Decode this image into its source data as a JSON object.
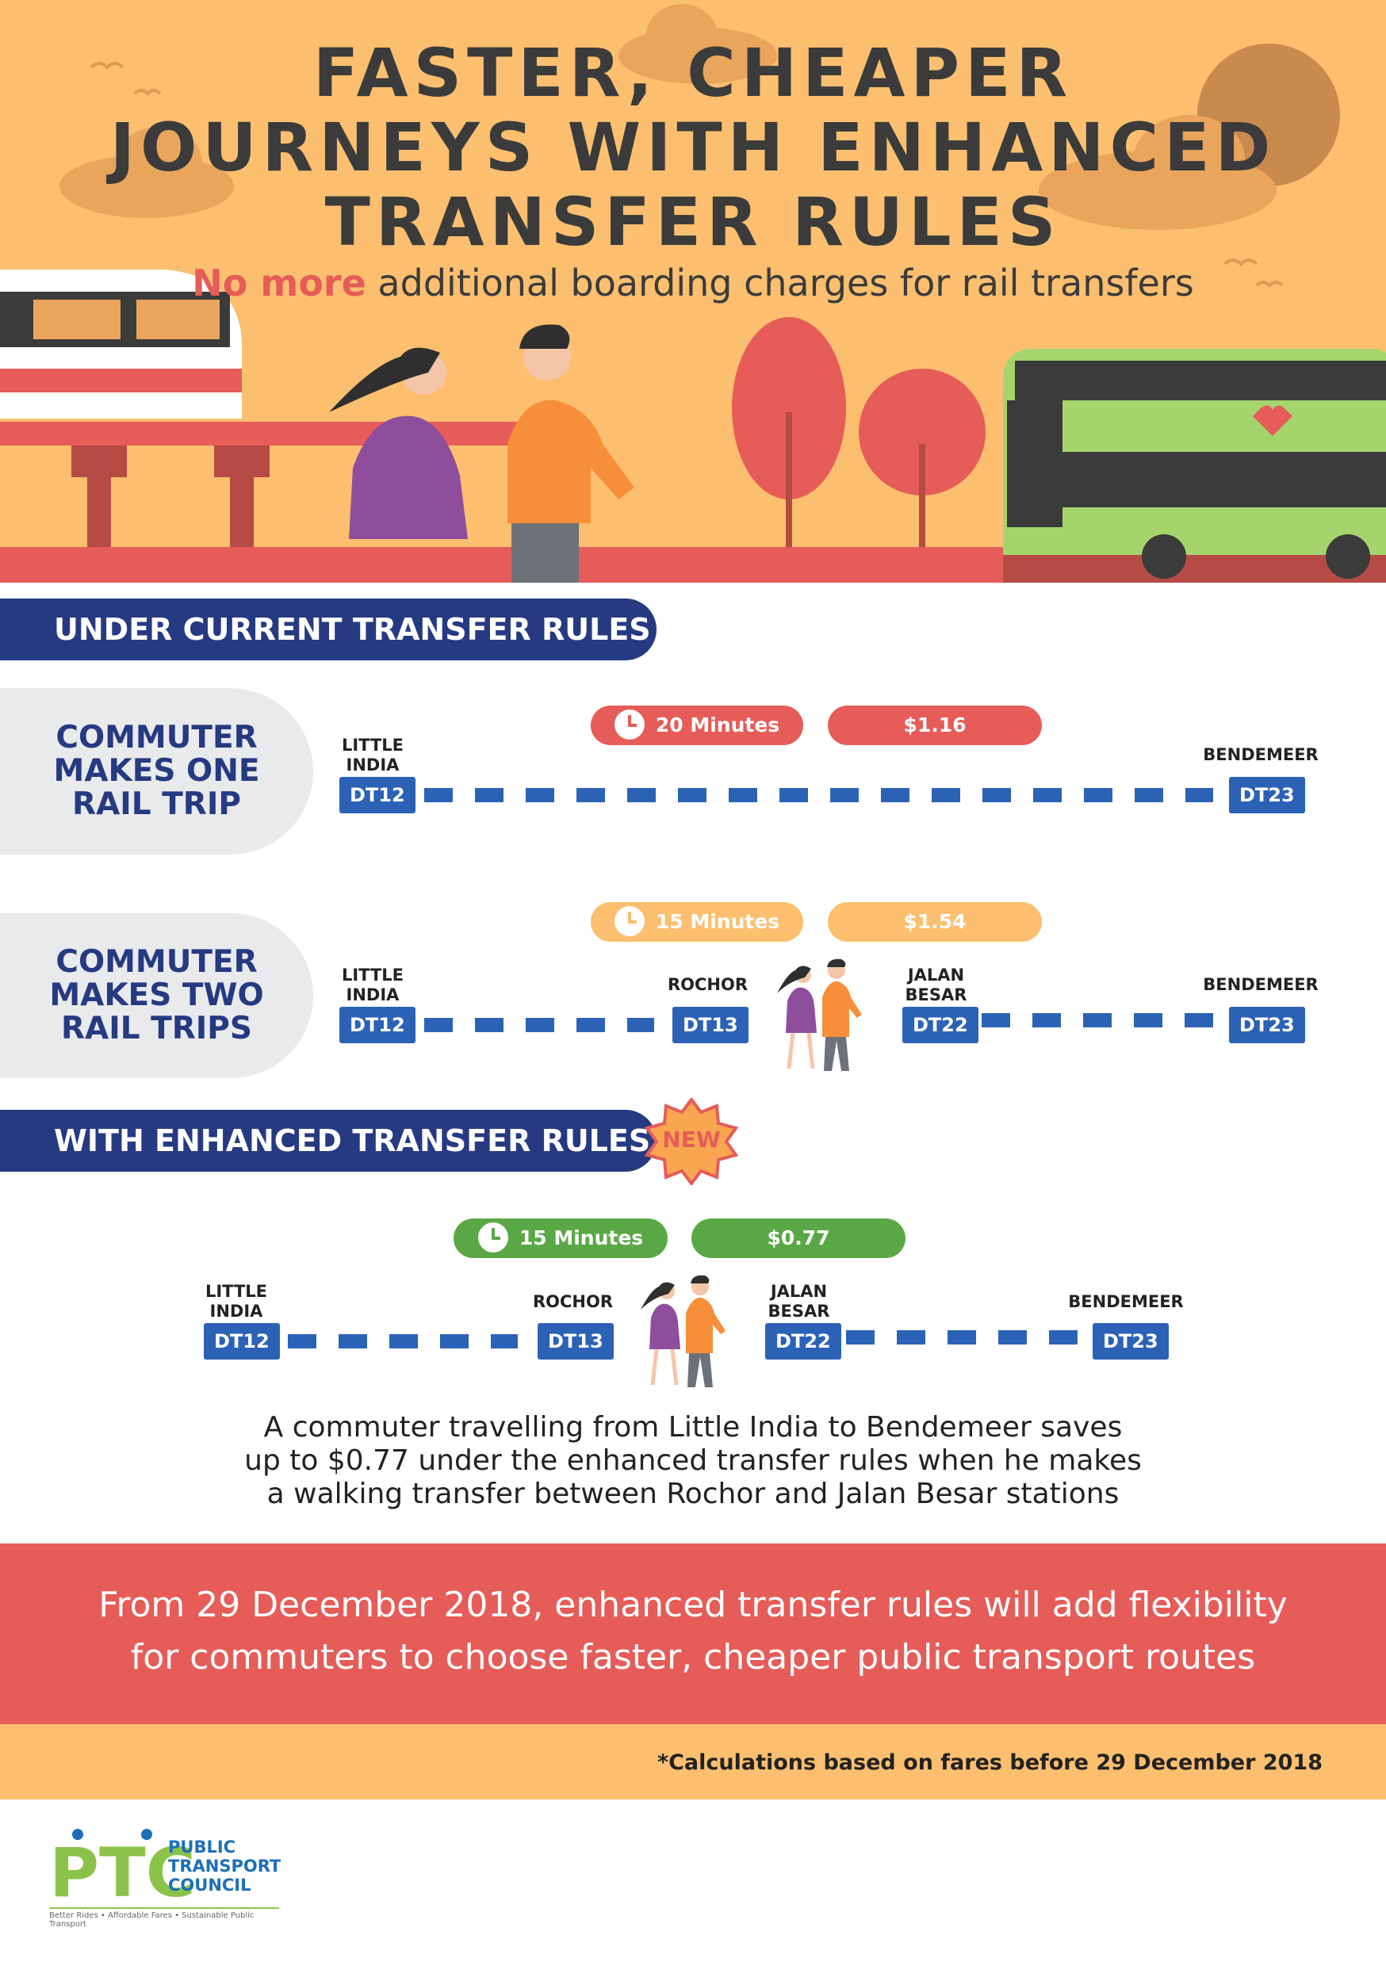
{
  "hero": {
    "title_lines": [
      "FASTER, CHEAPER",
      "JOURNEYS WITH ENHANCED",
      "TRANSFER RULES"
    ],
    "subtitle_strong": "No more",
    "subtitle_rest": " additional boarding charges for rail transfers"
  },
  "current": {
    "heading": "UNDER CURRENT TRANSFER RULES",
    "one_trip": {
      "label": "COMMUTER MAKES ONE RAIL TRIP",
      "time": "20 Minutes",
      "fare": "$1.16",
      "start_name": "LITTLE INDIA",
      "start_code": "DT12",
      "end_name": "BENDEMEER",
      "end_code": "DT23"
    },
    "two_trips": {
      "label": "COMMUTER MAKES TWO RAIL TRIPS",
      "time": "15 Minutes",
      "fare": "$1.54",
      "stations": [
        {
          "name": "LITTLE INDIA",
          "code": "DT12"
        },
        {
          "name": "ROCHOR",
          "code": "DT13"
        },
        {
          "name": "JALAN BESAR",
          "code": "DT22"
        },
        {
          "name": "BENDEMEER",
          "code": "DT23"
        }
      ]
    }
  },
  "enhanced": {
    "heading": "WITH ENHANCED TRANSFER RULES",
    "new_badge": "NEW",
    "time": "15 Minutes",
    "fare": "$0.77",
    "stations": [
      {
        "name": "LITTLE INDIA",
        "code": "DT12"
      },
      {
        "name": "ROCHOR",
        "code": "DT13"
      },
      {
        "name": "JALAN BESAR",
        "code": "DT22"
      },
      {
        "name": "BENDEMEER",
        "code": "DT23"
      }
    ],
    "description_lines": [
      "A commuter travelling from Little India to Bendemeer saves",
      "up to $0.77 under the enhanced transfer rules when he makes",
      "a walking transfer between Rochor and Jalan Besar stations"
    ]
  },
  "banner_lines": [
    "From 29 December 2018, enhanced transfer rules will add flexibility",
    "for commuters to choose faster, cheaper public transport routes"
  ],
  "footnote": "*Calculations based on fares before 29 December 2018",
  "logo": {
    "mark": "PTC",
    "name_lines": [
      "PUBLIC",
      "TRANSPORT",
      "COUNCIL"
    ],
    "tagline": "Better Rides • Affordable Fares • Sustainable Public Transport"
  },
  "colors": {
    "navy": "#263a82",
    "red": "#e55c58",
    "orange": "#fbbf6f",
    "green": "#5aa845",
    "station_blue": "#2c62b6"
  }
}
